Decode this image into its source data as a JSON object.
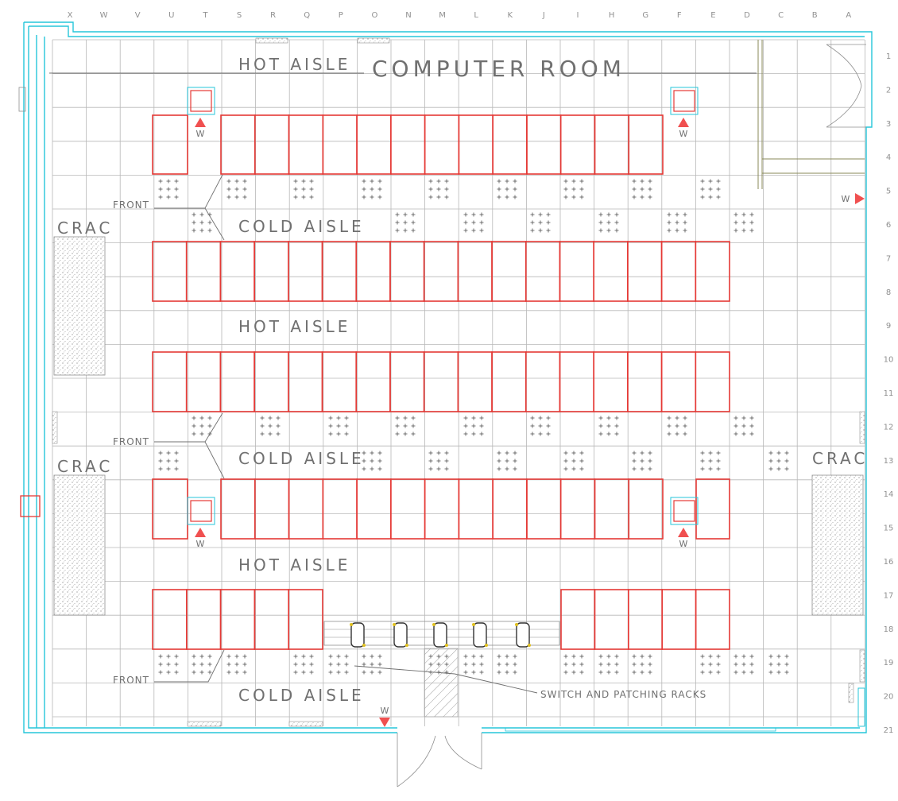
{
  "columns": [
    "X",
    "W",
    "V",
    "U",
    "T",
    "S",
    "R",
    "Q",
    "P",
    "O",
    "N",
    "M",
    "L",
    "K",
    "J",
    "I",
    "H",
    "G",
    "F",
    "E",
    "D",
    "C",
    "B",
    "A"
  ],
  "rows": [
    "1",
    "2",
    "3",
    "4",
    "5",
    "6",
    "7",
    "8",
    "9",
    "10",
    "11",
    "12",
    "13",
    "14",
    "15",
    "16",
    "17",
    "18",
    "19",
    "20",
    "21"
  ],
  "labels": {
    "title": "COMPUTER ROOM",
    "hot_aisle_top": "HOT AISLE",
    "cold_aisle_1": "COLD AISLE",
    "hot_aisle_2": "HOT AISLE",
    "cold_aisle_2": "COLD AISLE",
    "hot_aisle_3": "HOT AISLE",
    "cold_aisle_3": "COLD AISLE",
    "crac_1": "CRAC",
    "crac_2": "CRAC",
    "crac_3": "CRAC",
    "front_1": "FRONT",
    "front_2": "FRONT",
    "front_3": "FRONT",
    "switch_racks": "SWITCH AND PATCHING RACKS",
    "water": "W"
  },
  "colors": {
    "rack": "#e53935",
    "wall": "#26c6da",
    "marker": "#f05050",
    "grid": "#b8b8b8"
  }
}
